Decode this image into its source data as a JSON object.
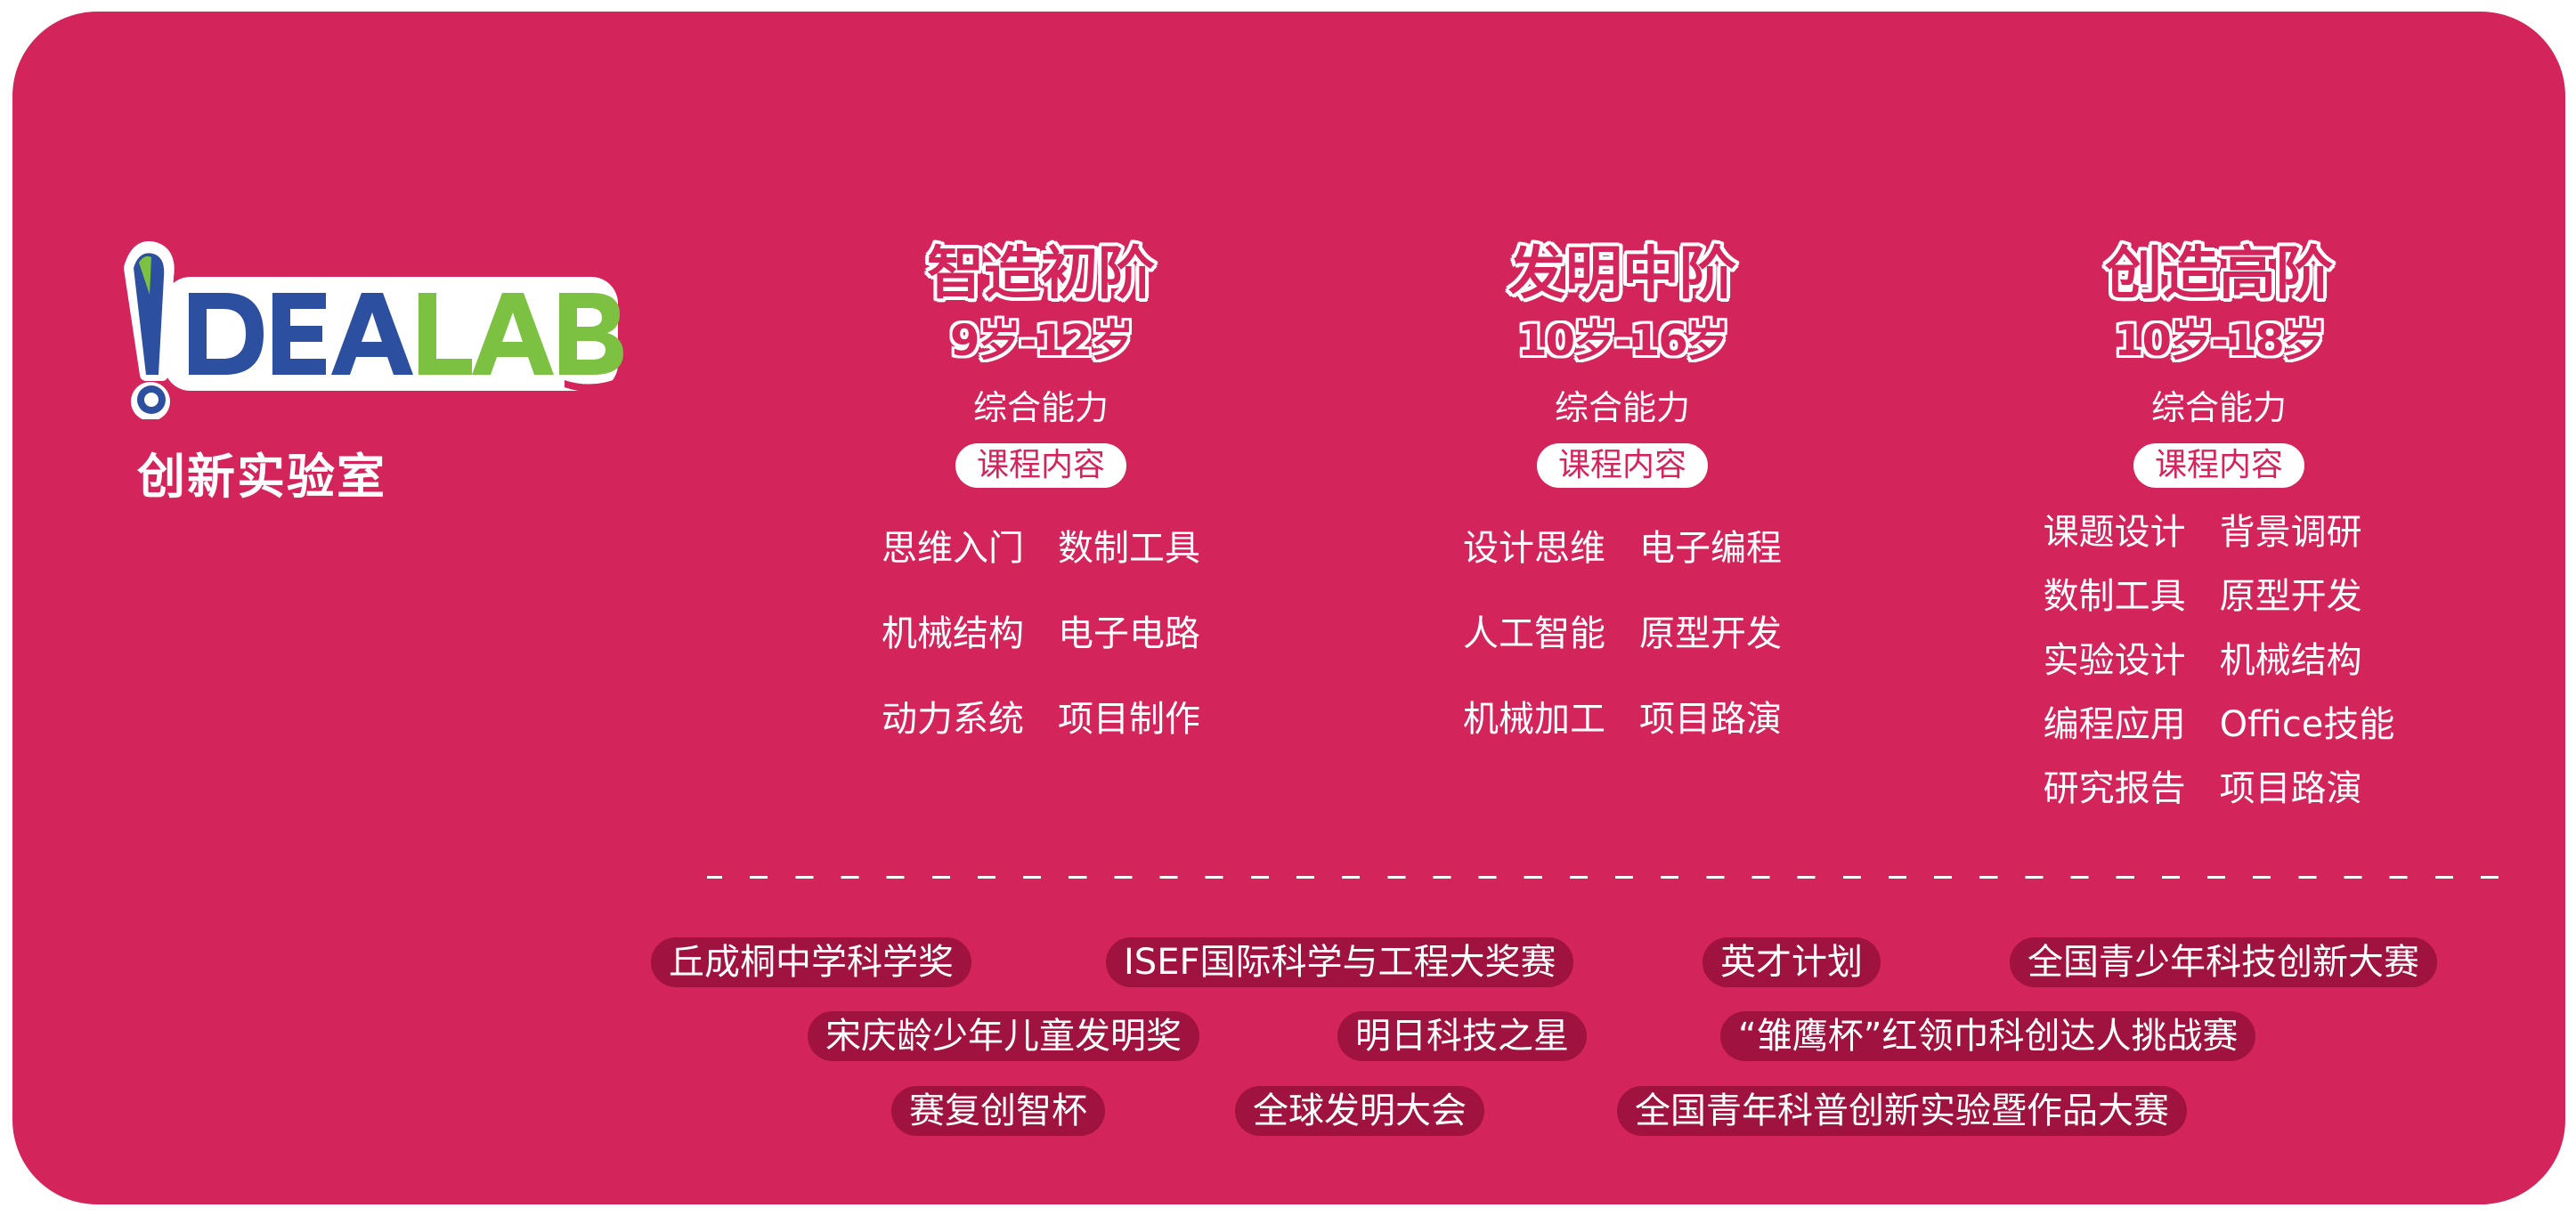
{
  "logo": {
    "mark": "IDEALAB",
    "subtitle": "创新实验室",
    "colors": {
      "blue": "#2d4fa0",
      "green": "#7dc142",
      "white": "#ffffff"
    }
  },
  "levels": [
    {
      "title": "智造初阶",
      "age": "9岁-12岁",
      "ability": "综合能力",
      "pill": "课程内容",
      "topics": [
        "思维入门",
        "数制工具",
        "机械结构",
        "电子电路",
        "动力系统",
        "项目制作"
      ]
    },
    {
      "title": "发明中阶",
      "age": "10岁-16岁",
      "ability": "综合能力",
      "pill": "课程内容",
      "topics": [
        "设计思维",
        "电子编程",
        "人工智能",
        "原型开发",
        "机械加工",
        "项目路演"
      ]
    },
    {
      "title": "创造高阶",
      "age": "10岁-18岁",
      "ability": "综合能力",
      "pill": "课程内容",
      "topics": [
        "课题设计",
        "背景调研",
        "数制工具",
        "原型开发",
        "实验设计",
        "机械结构",
        "编程应用",
        "Office技能",
        "研究报告",
        "项目路演"
      ]
    }
  ],
  "awards": [
    "丘成桐中学科学奖",
    "ISEF国际科学与工程大奖赛",
    "英才计划",
    "全国青少年科技创新大赛",
    "宋庆龄少年儿童发明奖",
    "明日科技之星",
    "“雏鹰杯”红领巾科创达人挑战赛",
    "赛复创智杯",
    "全球发明大会",
    "全国青年科普创新实验暨作品大赛"
  ],
  "colors": {
    "background": "#d4245c",
    "award_pill": "#a0123f",
    "text": "#ffffff"
  }
}
